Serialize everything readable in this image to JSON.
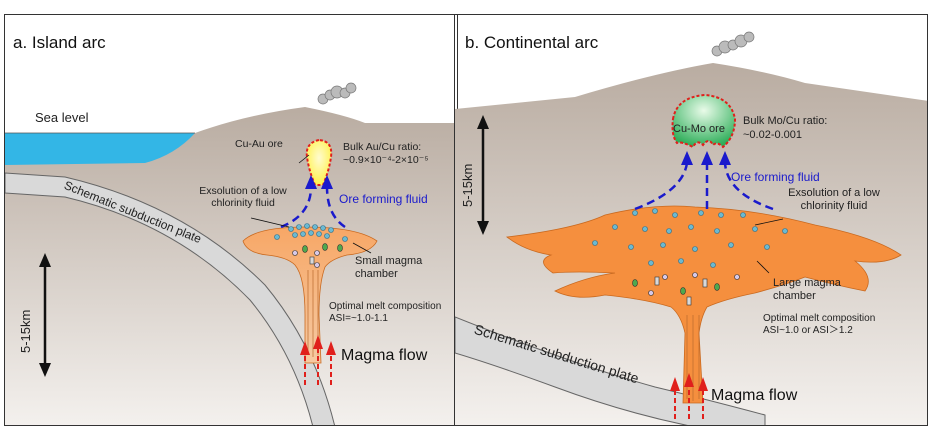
{
  "panel_a": {
    "title": "a. Island arc",
    "sea_level": "Sea level",
    "ore_label": "Cu-Au ore",
    "ratio_label": "Bulk Au/Cu ratio:",
    "ratio_value": "~0.9×10⁻⁴-2×10⁻⁵",
    "fluid_label": "Ore forming fluid",
    "exsolution_label": "Exsolution of a low chlorinity fluid",
    "chamber_label": "Small magma chamber",
    "melt_title": "Optimal melt composition",
    "melt_value": "ASI=~1.0-1.1",
    "flow_label": "Magma flow",
    "plate_label": "Schematic subduction plate",
    "depth_label": "5-15km"
  },
  "panel_b": {
    "title": "b. Continental arc",
    "ore_label": "Cu-Mo ore",
    "ratio_label": "Bulk Mo/Cu ratio:",
    "ratio_value": "~0.02-0.001",
    "fluid_label": "Ore forming fluid",
    "exsolution_label": "Exsolution of a low chlorinity fluid",
    "chamber_label": "Large magma chamber",
    "melt_title": "Optimal melt composition",
    "melt_value": "ASI~1.0 or ASI＞1.2",
    "flow_label": "Magma flow",
    "plate_label": "Schematic subduction plate",
    "depth_label": "5-15km"
  },
  "colors": {
    "magma": "#f58f3e",
    "sea": "#33b6e6",
    "crust": "#c9beb2",
    "fluid_arrow": "#1a1acc",
    "magma_arrow": "#e0201c",
    "cu_au_ore": "#fff24a",
    "cu_mo_ore": "#3cb56a"
  }
}
